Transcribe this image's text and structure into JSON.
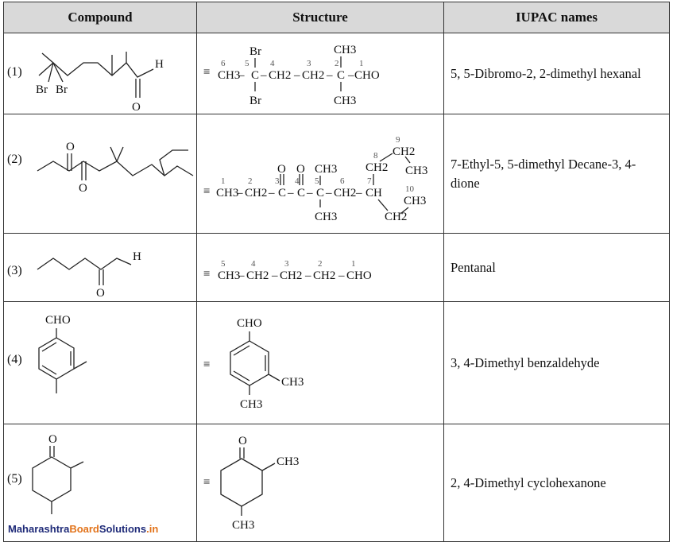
{
  "table": {
    "headers": [
      "Compound",
      "Structure",
      "IUPAC names"
    ],
    "rows": [
      {
        "number": "(1)",
        "compound_labels": {
          "br1": "Br",
          "br2": "Br",
          "oxygen": "O",
          "hydrogen": "H"
        },
        "structure": {
          "equiv": "≡",
          "positions": [
            "6",
            "5",
            "4",
            "3",
            "2",
            "1"
          ],
          "groups": [
            "CH3",
            "C",
            "CH2",
            "CH2",
            "C",
            "CHO"
          ],
          "substituents": {
            "br_top": "Br",
            "br_bottom": "Br",
            "ch3_top": "CH3",
            "ch3_bottom": "CH3"
          }
        },
        "name": "5, 5-Dibromo-2, 2-dimethyl hexanal"
      },
      {
        "number": "(2)",
        "compound_labels": {
          "o1": "O",
          "o2": "O"
        },
        "structure": {
          "equiv": "≡",
          "positions": [
            "1",
            "2",
            "3",
            "4",
            "5",
            "6",
            "7",
            "8",
            "9",
            "10"
          ],
          "groups": [
            "CH3",
            "CH2",
            "C",
            "C",
            "C",
            "CH2",
            "CH"
          ],
          "carbonyl_o": [
            "O",
            "O"
          ],
          "substituents": {
            "ch3_top": "CH3",
            "ch3_bottom": "CH3",
            "ring_ch2_8": "CH2",
            "ring_ch2_9": "CH2",
            "ring_ch3_10": "CH3",
            "ring_ch3_right": "CH3",
            "ring_ch2_bottom": "CH2"
          }
        },
        "name": "7-Ethyl-5, 5-dimethyl Decane-3, 4-dione"
      },
      {
        "number": "(3)",
        "compound_labels": {
          "hydrogen": "H",
          "oxygen": "O"
        },
        "structure": {
          "equiv": "≡",
          "positions": [
            "5",
            "4",
            "3",
            "2",
            "1"
          ],
          "groups": [
            "CH3",
            "CH2",
            "CH2",
            "CH2",
            "CHO"
          ]
        },
        "name": "Pentanal"
      },
      {
        "number": "(4)",
        "compound_labels": {
          "cho": "CHO"
        },
        "structure": {
          "equiv": "≡",
          "cho": "CHO",
          "ch3_meta": "CH3",
          "ch3_para": "CH3"
        },
        "name": "3, 4-Dimethyl benzaldehyde"
      },
      {
        "number": "(5)",
        "compound_labels": {
          "oxygen": "O"
        },
        "structure": {
          "equiv": "≡",
          "oxygen": "O",
          "ch3_top": "CH3",
          "ch3_bottom": "CH3"
        },
        "name": "2, 4-Dimethyl cyclohexanone"
      }
    ]
  },
  "footer": {
    "brand_part1": "Maharashtra",
    "brand_part2": "Board",
    "brand_part3": "Solutions",
    "brand_part4": ".in"
  }
}
